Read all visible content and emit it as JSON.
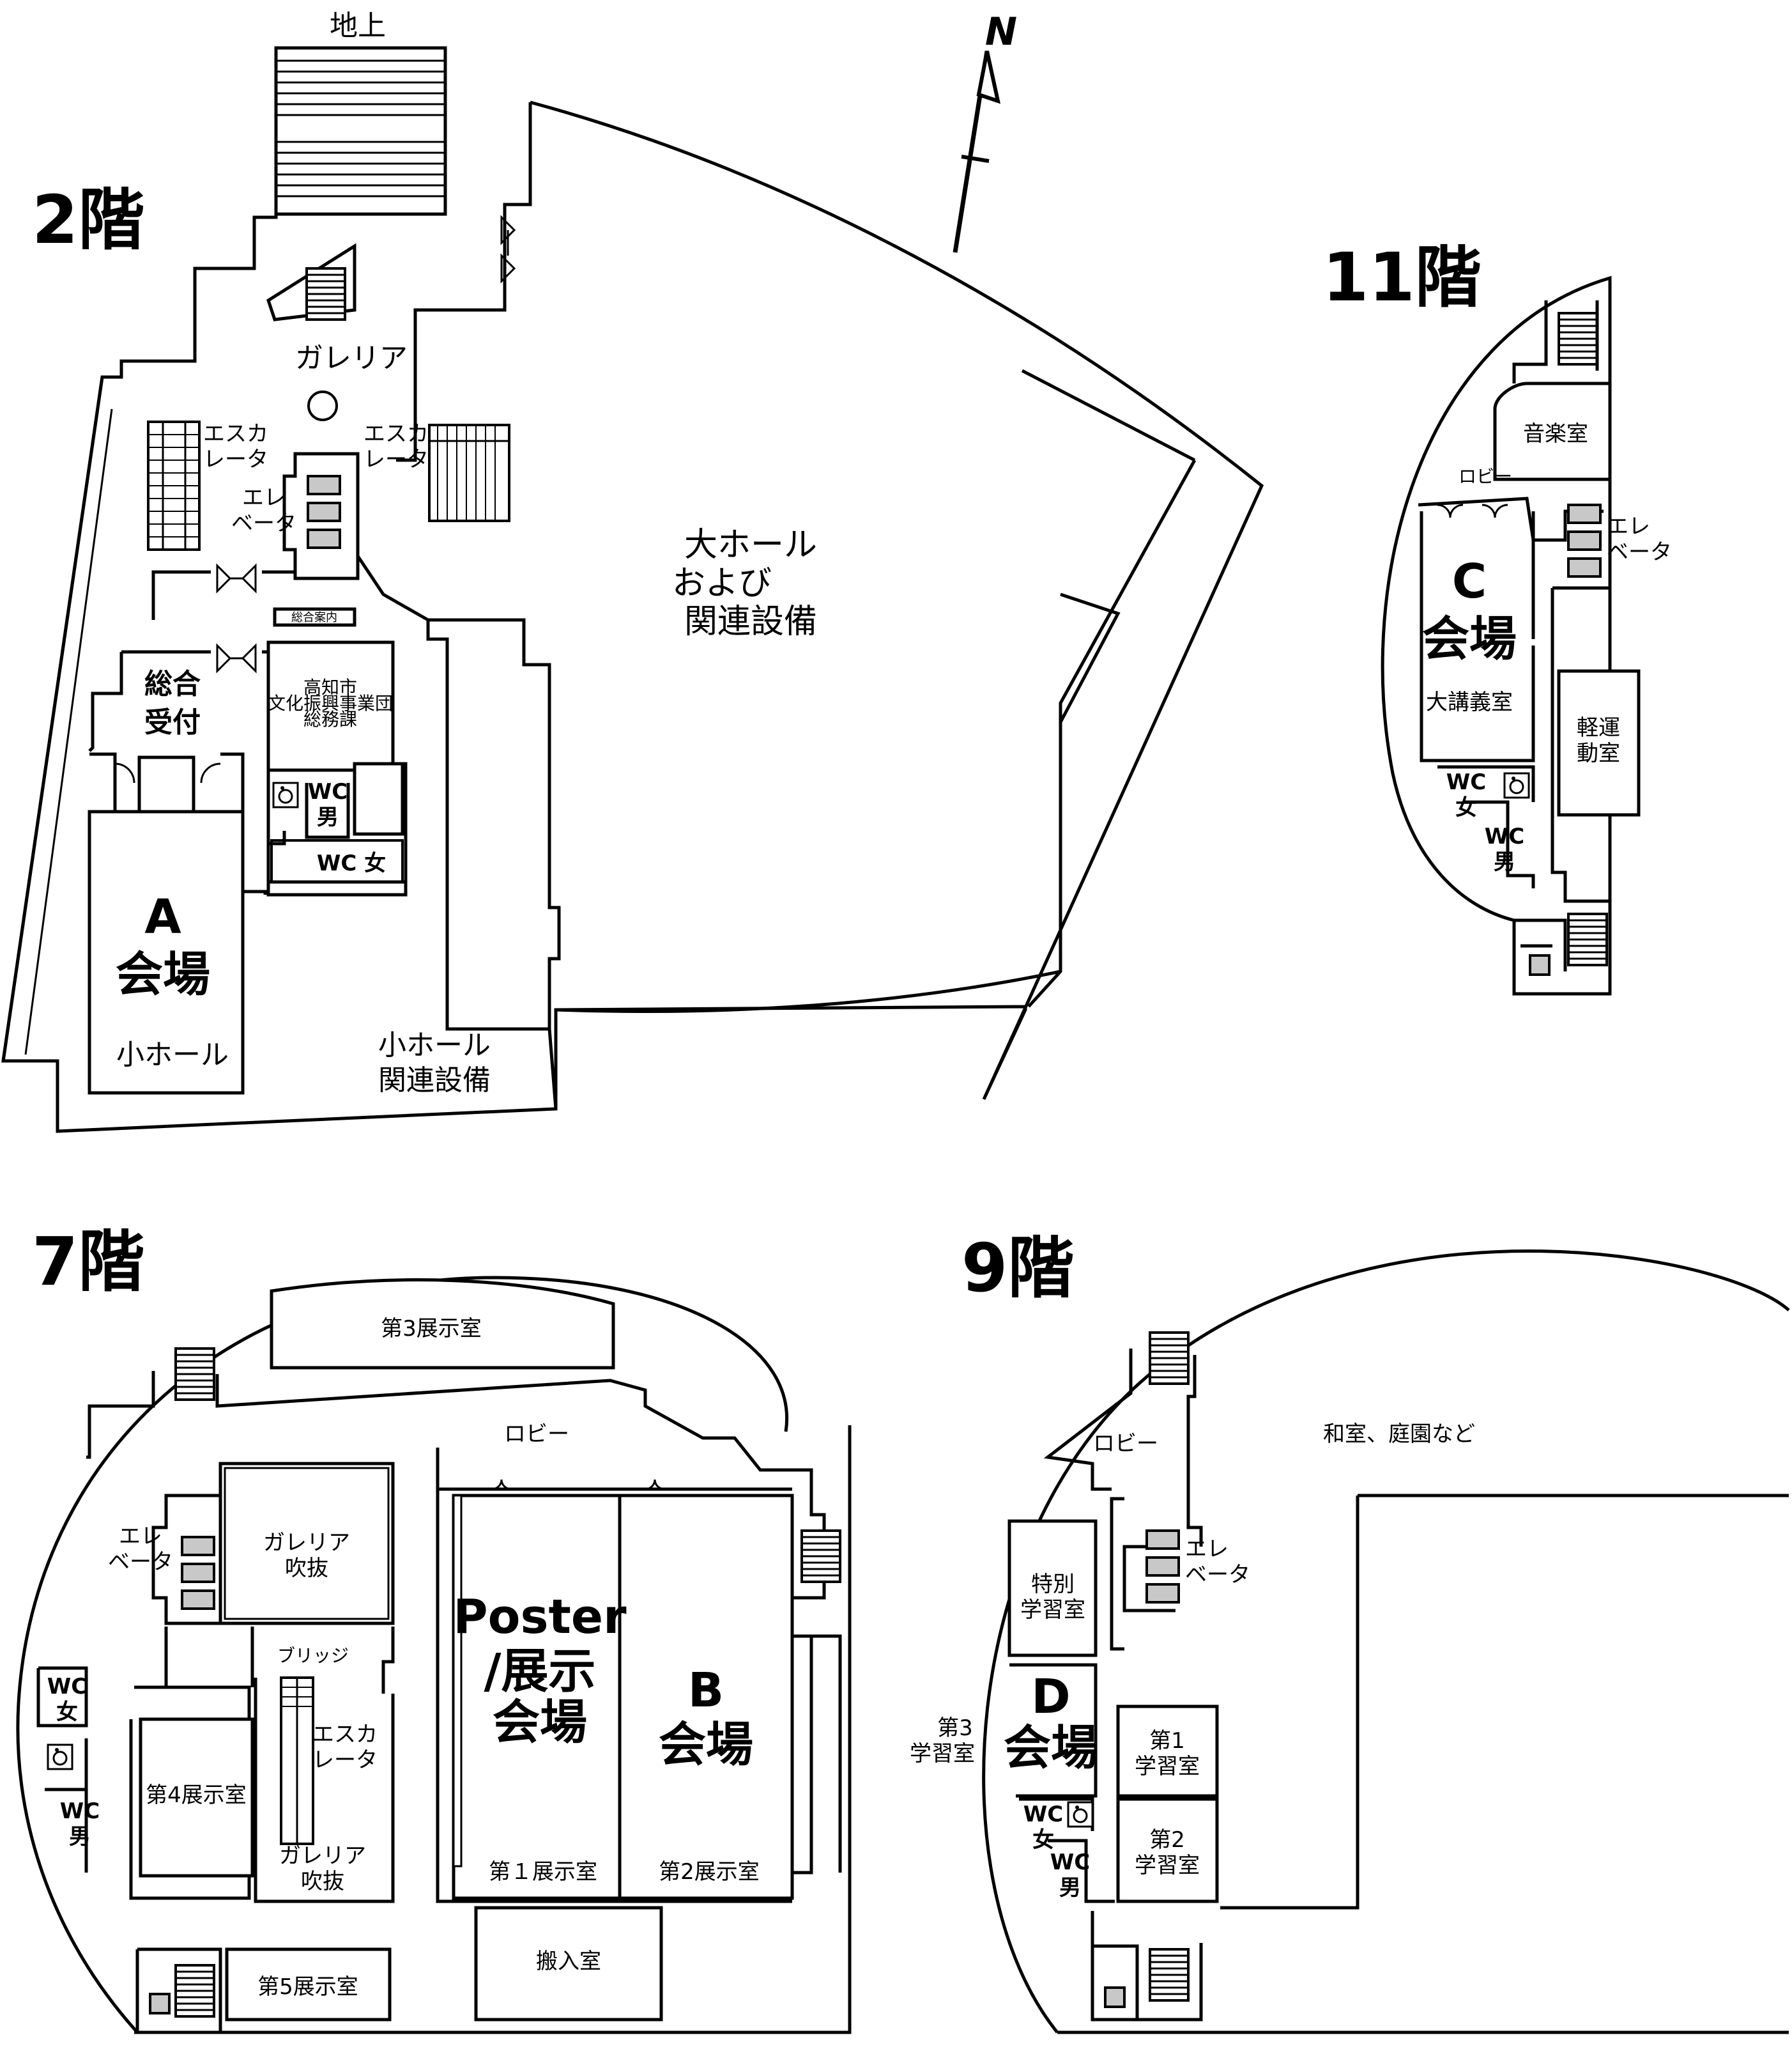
{
  "north": "N",
  "floor2": {
    "title": "2階",
    "ground": "地上",
    "galleria": "ガレリア",
    "escalator_left": [
      "エスカ",
      "レータ"
    ],
    "escalator_right": [
      "エスカ",
      "レータ"
    ],
    "elevator": [
      "エレ",
      "ベータ"
    ],
    "big_hall": [
      "大ホール",
      "および",
      "関連設備"
    ],
    "info_desk": "総合案内",
    "office": [
      "高知市",
      "文化振興事業団",
      "総務課"
    ],
    "reception": [
      "総合",
      "受付"
    ],
    "wc_men": [
      "WC",
      "男"
    ],
    "wc_women": "WC 女",
    "venue_letter": "A",
    "venue_word": "会場",
    "small_hall": "小ホール",
    "small_hall_equip": [
      "小ホール",
      "関連設備"
    ]
  },
  "floor11": {
    "title": "11階",
    "music_room": "音楽室",
    "lobby": "ロビー",
    "elevator": [
      "エレ",
      "ベータ"
    ],
    "venue_letter": "C",
    "venue_word": "会場",
    "lecture_room": "大講義室",
    "gym": [
      "軽運",
      "動室"
    ],
    "wc_women": [
      "WC",
      "女"
    ],
    "wc_men": [
      "WC",
      "男"
    ]
  },
  "floor7": {
    "title": "7階",
    "exhibit3": "第3展示室",
    "lobby": "ロビー",
    "elevator": [
      "エレ",
      "ベータ"
    ],
    "galleria_void_top": [
      "ガレリア",
      "吹抜"
    ],
    "bridge": "ブリッジ",
    "escalator": [
      "エスカ",
      "レータ"
    ],
    "galleria_void_bottom": [
      "ガレリア",
      "吹抜"
    ],
    "exhibit4": "第4展示室",
    "wc_women": [
      "WC",
      "女"
    ],
    "wc_men": [
      "WC",
      "男"
    ],
    "poster_venue": [
      "Poster",
      "/展示",
      "会場"
    ],
    "venue_letter": "B",
    "venue_word": "会場",
    "exhibit1": "第１展示室",
    "exhibit2": "第2展示室",
    "exhibit5": "第5展示室",
    "loading_room": "搬入室"
  },
  "floor9": {
    "title": "9階",
    "lobby": "ロビー",
    "japanese_room": "和室、庭園など",
    "special_room": [
      "特別",
      "学習室"
    ],
    "elevator": [
      "エレ",
      "ベータ"
    ],
    "venue_letter": "D",
    "venue_word": "会場",
    "study3": [
      "第3",
      "学習室"
    ],
    "study1": [
      "第1",
      "学習室"
    ],
    "study2": [
      "第2",
      "学習室"
    ],
    "wc_women": [
      "WC",
      "女"
    ],
    "wc_men": [
      "WC",
      "男"
    ]
  }
}
